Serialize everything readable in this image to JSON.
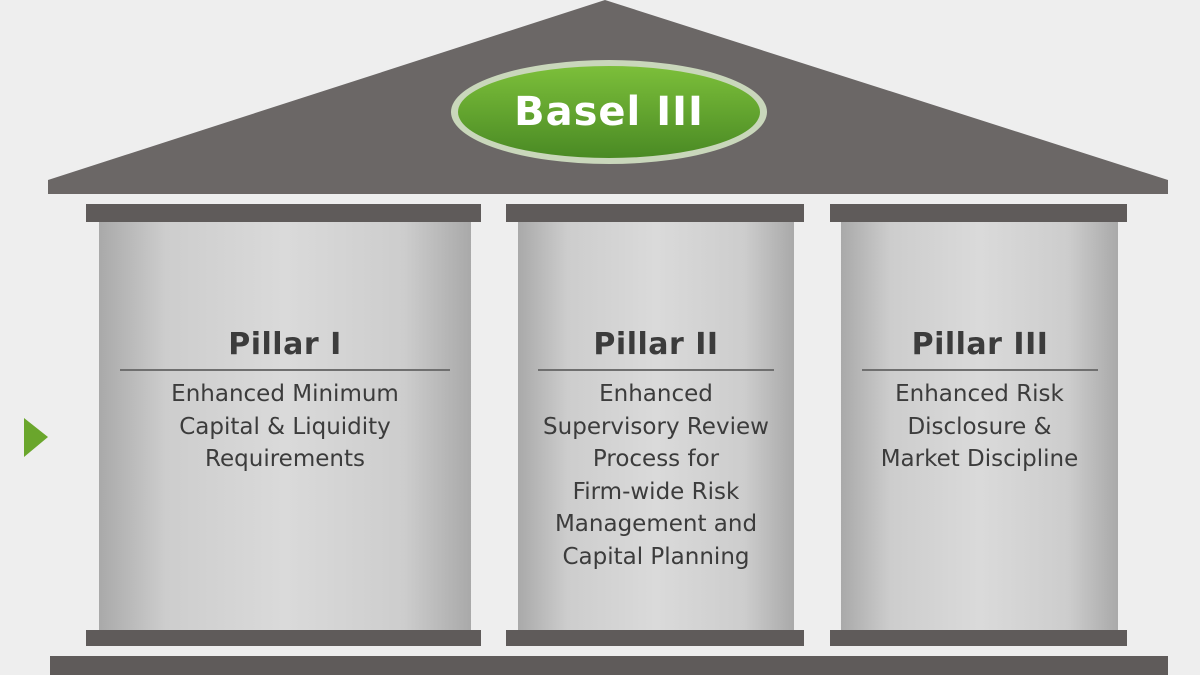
{
  "roof": {
    "label": "Basel III"
  },
  "pillars": [
    {
      "title": "Pillar I",
      "description": "Enhanced Minimum\nCapital & Liquidity\nRequirements"
    },
    {
      "title": "Pillar II",
      "description": "Enhanced\nSupervisory Review\nProcess for\nFirm-wide Risk\nManagement and\nCapital Planning"
    },
    {
      "title": "Pillar III",
      "description": "Enhanced Risk\nDisclosure &\nMarket Discipline"
    }
  ],
  "colors": {
    "roof": "#6b6766",
    "beam": "#5f5b5a",
    "column": "#d2d2d2",
    "ellipse_fill": "#5e9e2e",
    "ellipse_border": "#c9d7bb",
    "arrow": "#6aa62c",
    "text": "#3c3c3c"
  },
  "icons": {
    "side_arrow": "play-triangle-icon"
  }
}
